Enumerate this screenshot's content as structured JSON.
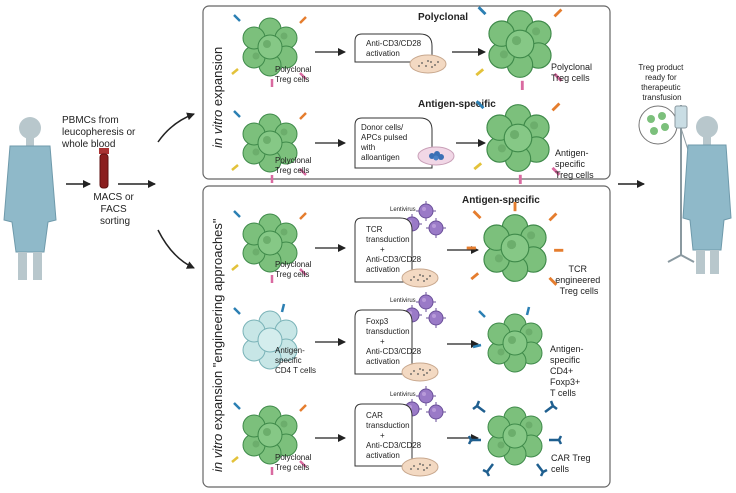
{
  "patient_left": {
    "source_text": [
      "PBMCs from",
      "leucopheresis or",
      "whole blood"
    ]
  },
  "sorting": [
    "MACS or",
    "FACS",
    "sorting"
  ],
  "top_panel": {
    "side_label_italic": "in vitro",
    "side_label_rest": " expansion",
    "rows": [
      {
        "title": "Polyclonal",
        "input_label": [
          "Polyclonal",
          "Treg cells"
        ],
        "process": [
          "Anti-CD3/CD28",
          "activation"
        ],
        "output_label": [
          "Polyclonal",
          "Treg cells"
        ]
      },
      {
        "title": "Antigen-specific",
        "input_label": [
          "Polyclonal",
          "Treg cells"
        ],
        "process": [
          "Donor cells/",
          "APCs pulsed",
          "with",
          "alloantigen"
        ],
        "output_label": [
          "Antigen-",
          "specific",
          "Treg cells"
        ]
      }
    ]
  },
  "bottom_panel": {
    "side_label_italic": "in vitro",
    "side_label_rest": " expansion \"engineering approaches\"",
    "title": "Antigen-specific",
    "virus_label": "Lentivirus",
    "rows": [
      {
        "input_label": [
          "Polyclonal",
          "Treg cells"
        ],
        "process": [
          "TCR",
          "transduction",
          "+",
          "Anti-CD3/CD28",
          "activation"
        ],
        "output_label": [
          "TCR",
          "engineered",
          "Treg cells"
        ]
      },
      {
        "input_label": [
          "Antigen-",
          "specific",
          "CD4 T cells"
        ],
        "process": [
          "Foxp3",
          "transduction",
          "+",
          "Anti-CD3/CD28",
          "activation"
        ],
        "output_label": [
          "Antigen-",
          "specific",
          "CD4+",
          "Foxp3+",
          "T cells"
        ]
      },
      {
        "input_label": [
          "Polyclonal",
          "Treg cells"
        ],
        "process": [
          "CAR",
          "transduction",
          "+",
          "Anti-CD3/CD28",
          "activation"
        ],
        "output_label": [
          "CAR Treg",
          "cells"
        ]
      }
    ]
  },
  "product": [
    "Treg product",
    "ready for",
    "therapeutic",
    "transfusion"
  ],
  "colors": {
    "cell_fill": "#7cc07c",
    "cell_stroke": "#3f8a4a",
    "cell_fill_light": "#b9e0e0",
    "virus": "#9a7ac7",
    "gown": "#8fb9c9",
    "skin": "#b8c7cc",
    "tube": "#8b1e1e",
    "dish": "#f3d9c2",
    "panel_stroke": "#666666"
  }
}
